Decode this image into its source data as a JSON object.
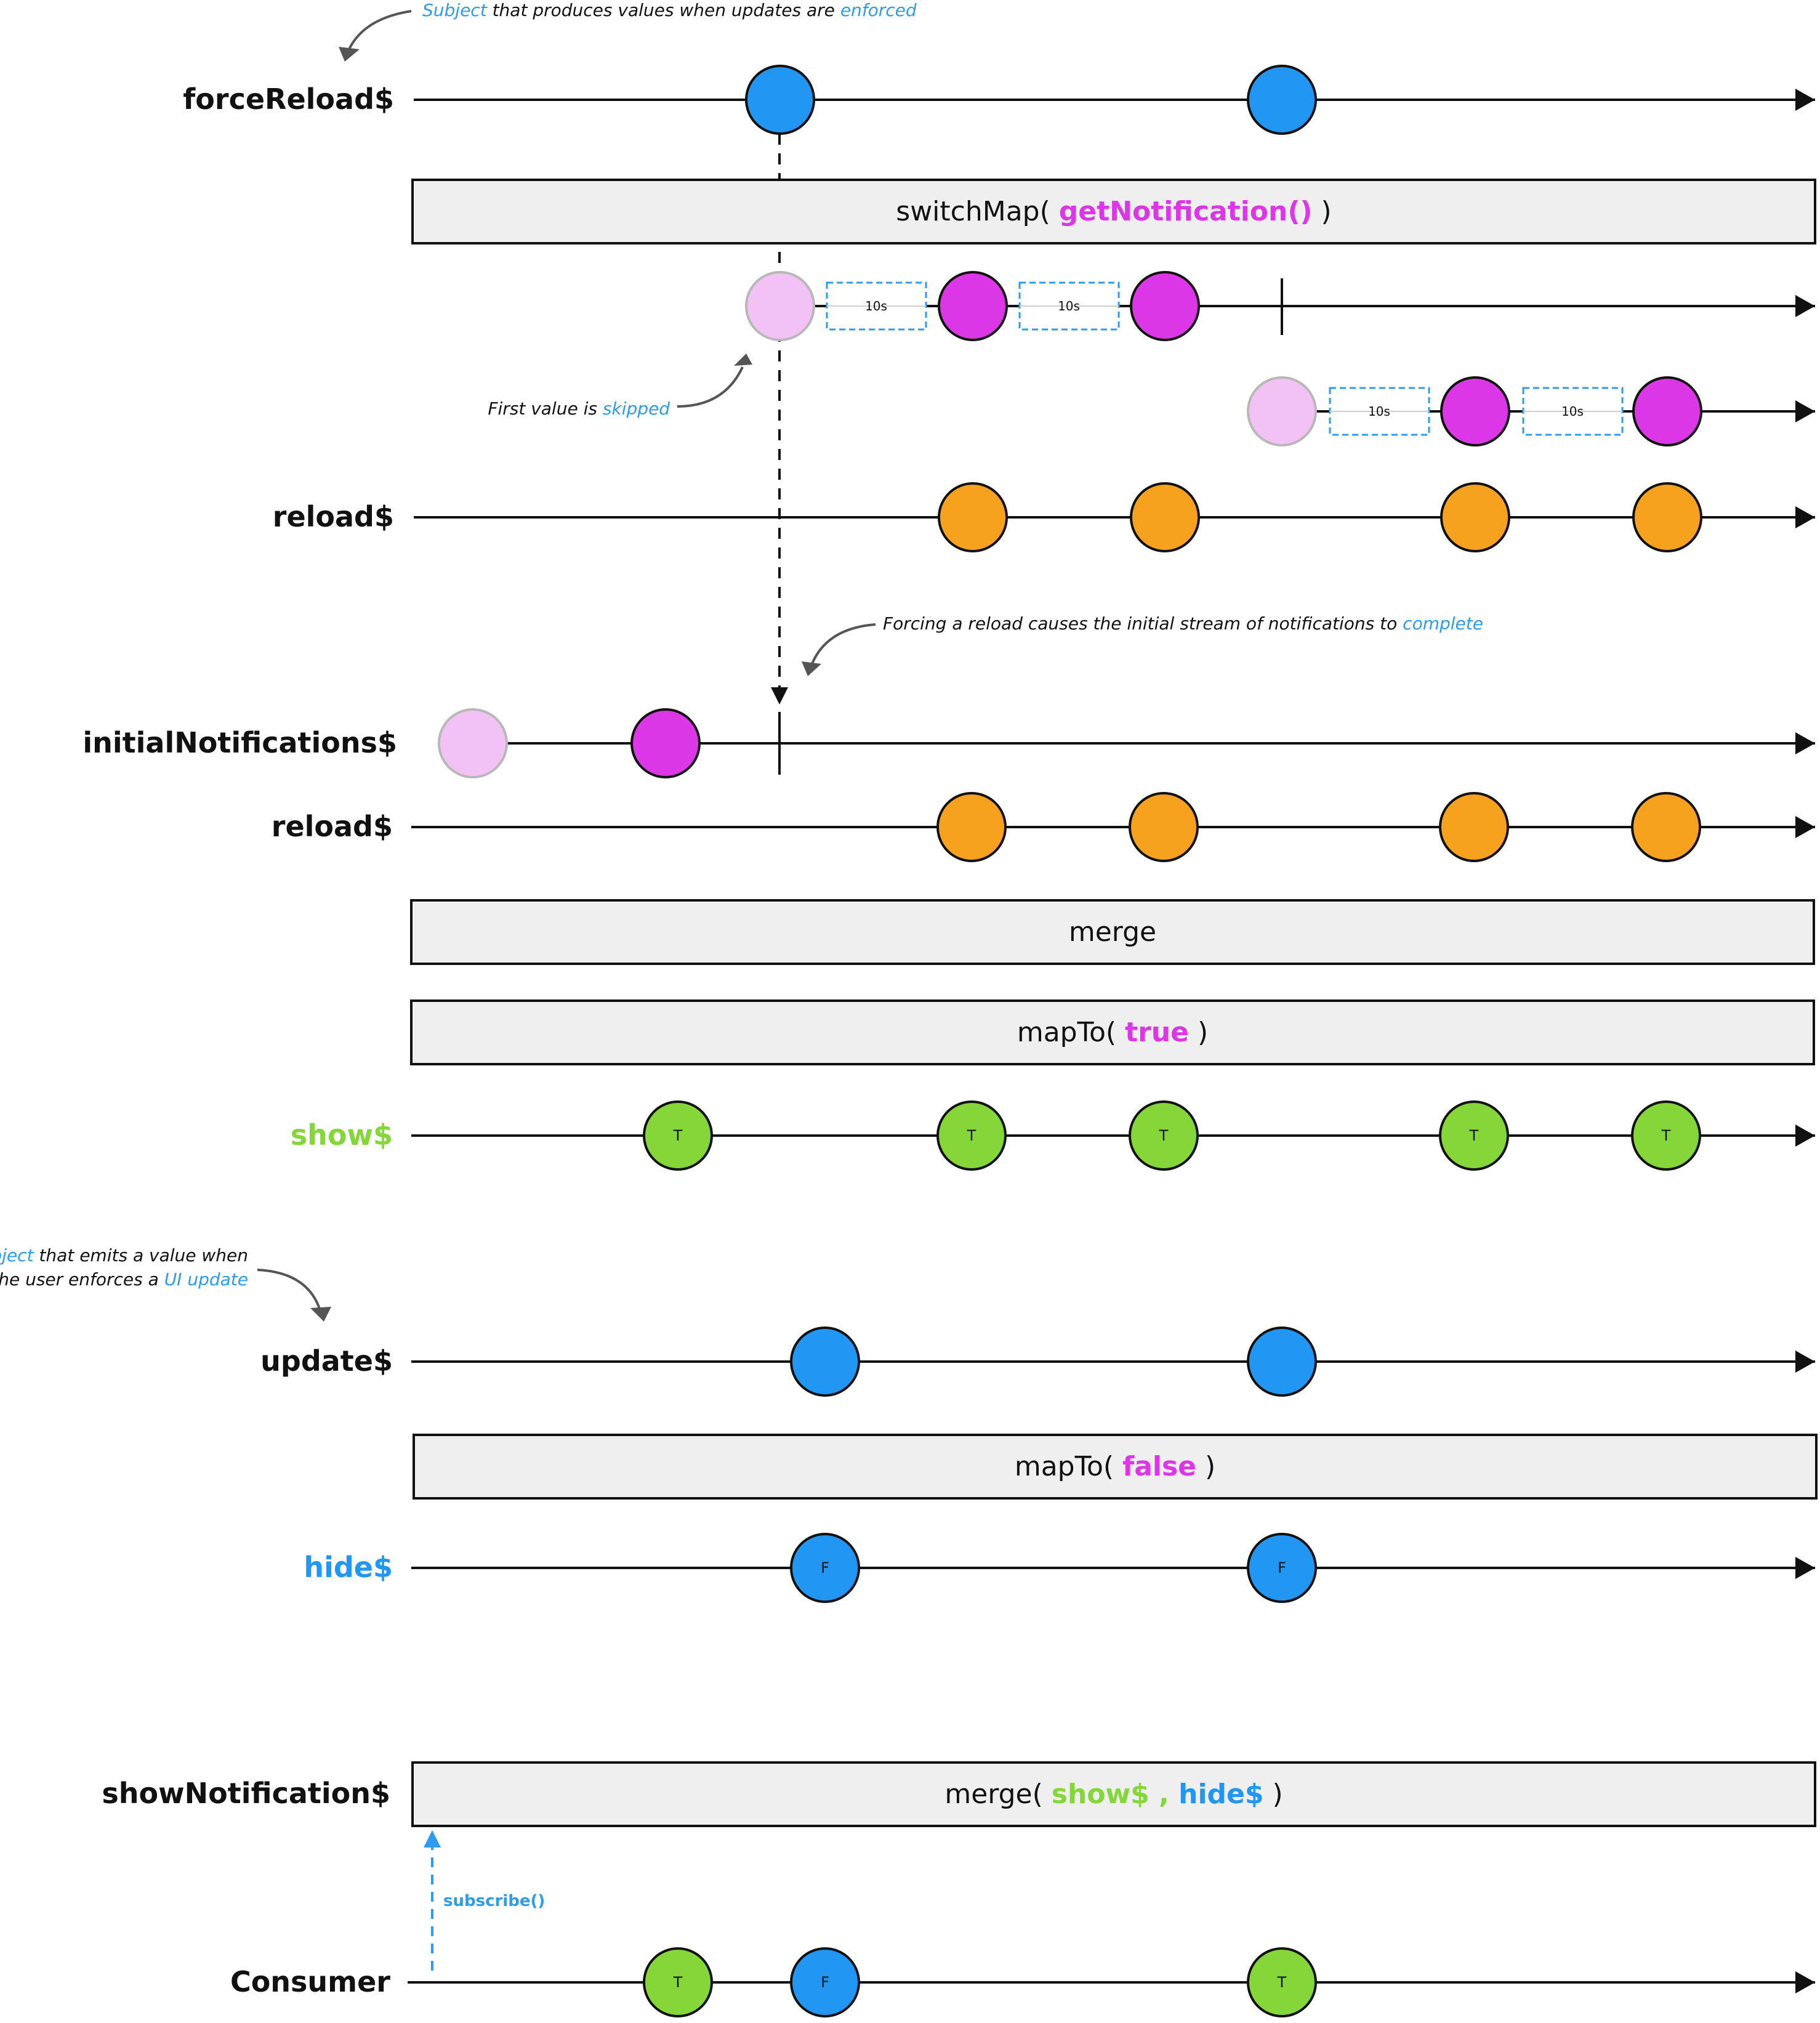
{
  "colors": {
    "blue": "#2196f3",
    "magenta": "#dc37e7",
    "pink": "#f3c2f5",
    "orange": "#f7a21e",
    "green": "#84d639",
    "accent_blue": "#2c9cf0",
    "line": "#111111",
    "box_fill": "#efefef"
  },
  "labels": {
    "forceReload": "forceReload$",
    "reload1": "reload$",
    "initialNotifications": "initialNotifications$",
    "reload2": "reload$",
    "show": "show$",
    "update": "update$",
    "hide": "hide$",
    "showNotification": "showNotification$",
    "consumer": "Consumer"
  },
  "operators": {
    "switchMap": {
      "pre": "switchMap( ",
      "arg": "getNotification()",
      "post": " )"
    },
    "merge": {
      "text": "merge"
    },
    "mapToTrue": {
      "pre": "mapTo( ",
      "arg": "true",
      "post": " )"
    },
    "mapToFalse": {
      "pre": "mapTo( ",
      "arg": "false",
      "post": " )"
    },
    "mergeShowHide": {
      "pre": "merge( ",
      "arg1": "show$",
      "sep": " , ",
      "arg2": "hide$",
      "post": " )"
    }
  },
  "annotations": {
    "subject_top": {
      "a": "Subject",
      "b": " that produces values when updates are ",
      "c": "enforced"
    },
    "first_value": {
      "a": "First value is ",
      "b": "skipped"
    },
    "forcing": {
      "a": "Forcing a reload causes the initial stream of notifications to ",
      "b": "complete"
    },
    "subject_update_line1": {
      "a": "Subject",
      "b": " that emits a value when"
    },
    "subject_update_line2": {
      "a": "the user enforces a ",
      "b": "UI update"
    },
    "subscribe": "subscribe()"
  },
  "timings": {
    "interval": "10s"
  },
  "tokens": {
    "true_token": "T",
    "false_token": "F"
  }
}
